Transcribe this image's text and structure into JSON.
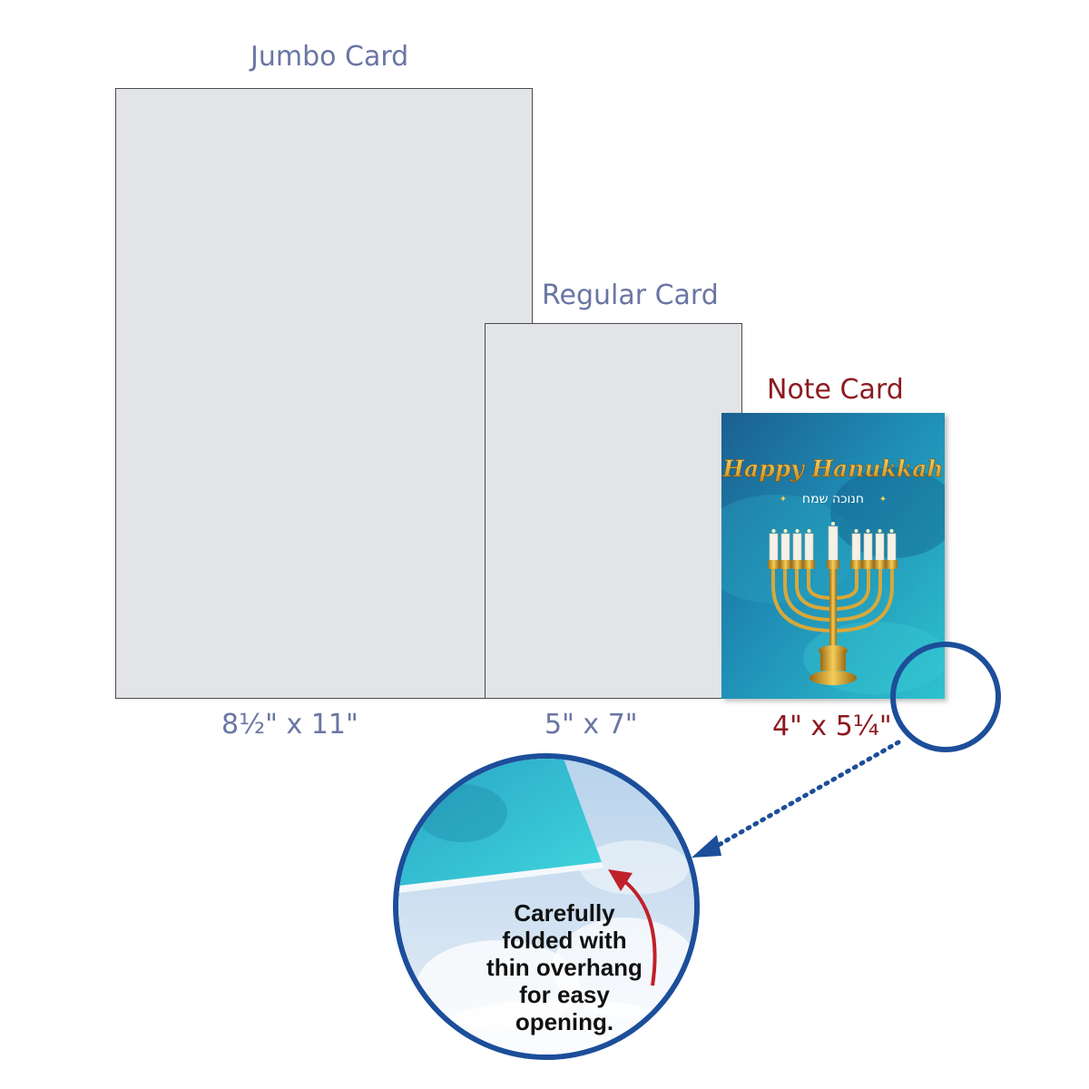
{
  "cards": {
    "jumbo": {
      "title": "Jumbo Card",
      "size": "8½\"  x 11\""
    },
    "regular": {
      "title": "Regular Card",
      "size": "5\" x 7\""
    },
    "note": {
      "title": "Note Card",
      "size": "4\" x 5¼\""
    }
  },
  "note_card_art": {
    "greeting": "Happy Hanukkah",
    "hebrew_greeting": "חנוכה שמח"
  },
  "callout": {
    "lines": [
      "Carefully",
      "folded with",
      "thin overhang",
      "for easy",
      "opening."
    ]
  },
  "colors": {
    "label_blue": "#6a76a3",
    "label_red": "#8c1a1f",
    "ring_blue": "#1c4e9a",
    "arrow_red": "#c0202a",
    "card_teal": "#1a8fb0",
    "menorah_gold": "#d4a030"
  },
  "icons": {
    "zoom_ring": "magnifier-ring-icon",
    "pointer": "dotted-arrow-icon",
    "curved_arrow": "curved-arrow-icon",
    "menorah": "menorah-icon"
  }
}
